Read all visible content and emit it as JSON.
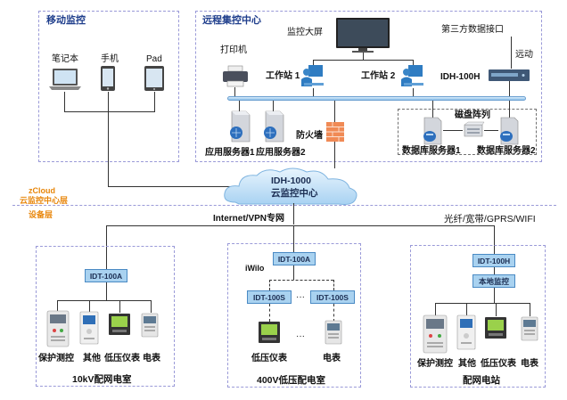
{
  "mobile": {
    "title": "移动监控",
    "laptop": "笔记本",
    "phone": "手机",
    "pad": "Pad"
  },
  "remote": {
    "title": "远程集控中心",
    "screen": "监控大屏",
    "printer": "打印机",
    "ws1": "工作站 1",
    "ws2": "工作站 2",
    "third": "第三方数据接口",
    "remote_label": "远动",
    "idh": "IDH-100H",
    "disk": "磁盘阵列",
    "app1": "应用服务器1",
    "app2": "应用服务器2",
    "firewall": "防火墙",
    "db1": "数据库服务器1",
    "db2": "数据库服务器2"
  },
  "cloud": {
    "line1": "IDH-1000",
    "line2": "云监控中心"
  },
  "layers": {
    "zcloud": "zCloud",
    "cloud_layer": "云监控中心层",
    "device_layer": "设备层"
  },
  "network": {
    "internet": "Internet/VPN专网",
    "fiber": "光纤/宽带/GPRS/WIFI"
  },
  "room10": {
    "gateway": "IDT-100A",
    "labels": [
      "保护测控",
      "其他",
      "低压仪表",
      "电表"
    ],
    "title": "10kV配网电室"
  },
  "room400": {
    "gateway": "IDT-100A",
    "iwilo": "iWilo",
    "sub1": "IDT-100S",
    "dots": "···",
    "sub2": "IDT-100S",
    "dots2": "···",
    "lv": "低压仪表",
    "meter": "电表",
    "title": "400V低压配电室"
  },
  "station": {
    "gateway": "IDT-100H",
    "local": "本地监控",
    "labels": [
      "保护测控",
      "其他",
      "低压仪表",
      "电表"
    ],
    "title": "配网电站"
  }
}
